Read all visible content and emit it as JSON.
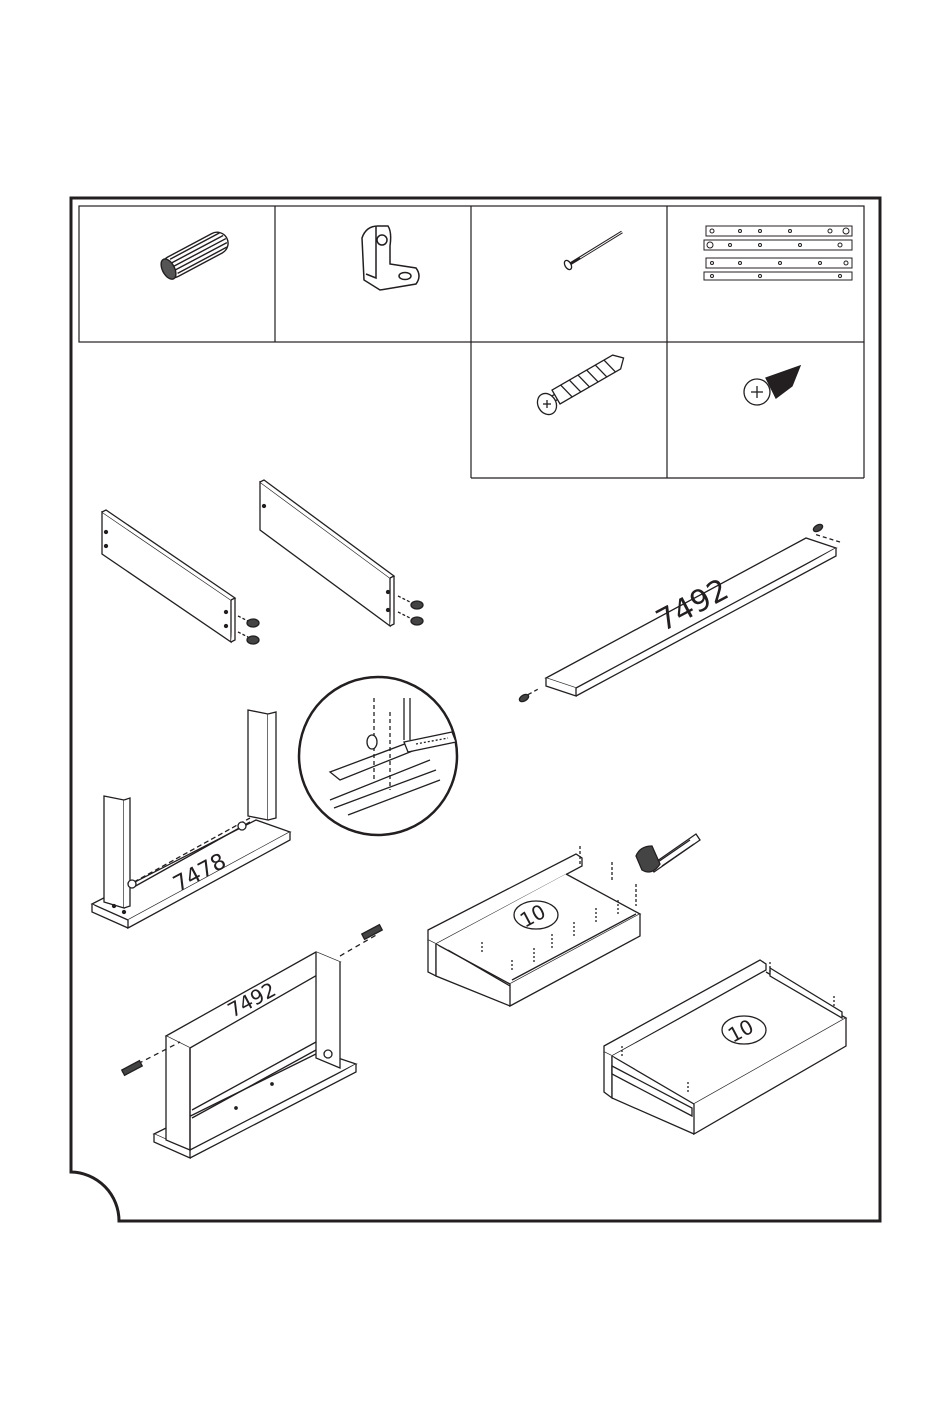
{
  "hardware": [
    {
      "name": "wooden-dowel"
    },
    {
      "name": "l-bracket"
    },
    {
      "name": "nail"
    },
    {
      "name": "drawer-slide-set"
    },
    {
      "name": "wall-anchor-screw"
    },
    {
      "name": "phillips-screw"
    }
  ],
  "part_numbers": {
    "top_rail": "7492",
    "bottom_panel": "7478",
    "frame_top": "7492",
    "drawer_bottom_a": "10",
    "drawer_bottom_b": "10"
  },
  "zoom_label": "",
  "colors": {
    "line": "#231f20",
    "background": "#ffffff"
  }
}
